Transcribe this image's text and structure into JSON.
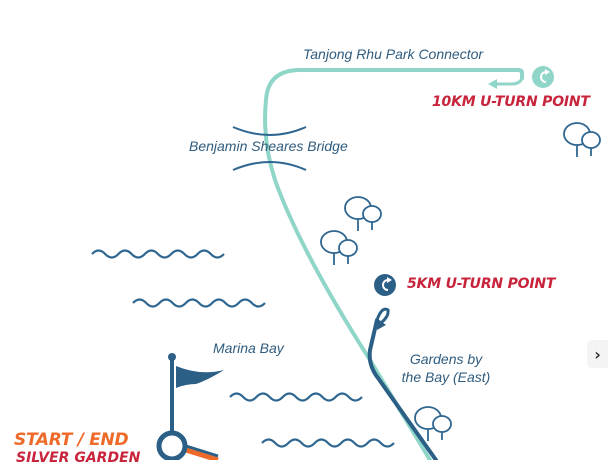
{
  "labels": {
    "park_connector": "Tanjong Rhu Park Connector",
    "bridge": "Benjamin Sheares Bridge",
    "marina_bay": "Marina Bay",
    "gardens_line1": "Gardens by",
    "gardens_line2": "the Bay (East)"
  },
  "uturn_10km": "10KM U-TURN POINT",
  "uturn_5km": "5KM U-TURN POINT",
  "start_end": "START / END",
  "start_venue": "SILVER GARDEN",
  "next_control": {
    "glyph": "›",
    "icon": "chevron-right-icon"
  },
  "colors": {
    "route_10km": "#8fd6c9",
    "route_5km": "#2b5f86",
    "uturn_text": "#c8243c",
    "start_text": "#ee6a2a",
    "venue_text": "#c8243c",
    "water": "#2f6690",
    "tree": "#2f6690",
    "label_text": "#2f5c7f"
  }
}
